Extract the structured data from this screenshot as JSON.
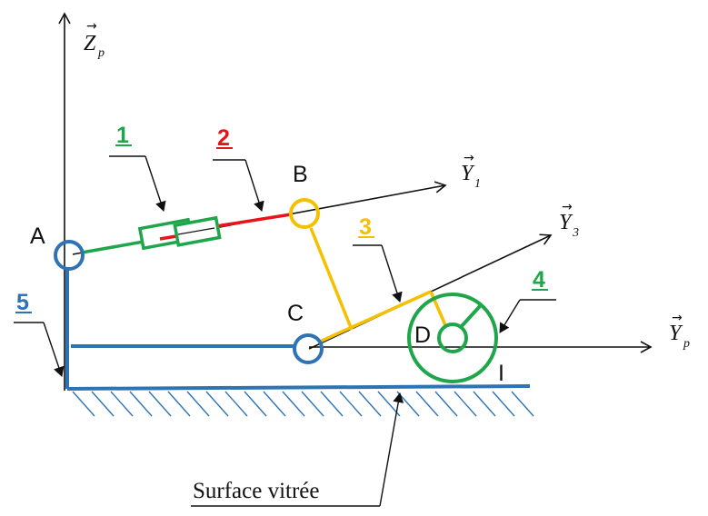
{
  "colors": {
    "blue": "#2e74b5",
    "green": "#1fa64a",
    "red": "#e8141b",
    "yellow": "#f5c000",
    "black": "#111111"
  },
  "axes": {
    "zp": {
      "name": "Z",
      "sub": "p",
      "vector": "→"
    },
    "y1": {
      "name": "Y",
      "sub": "1",
      "vector": "→"
    },
    "y3": {
      "name": "Y",
      "sub": "3",
      "vector": "→"
    },
    "yp": {
      "name": "Y",
      "sub": "p",
      "vector": "→"
    }
  },
  "points": {
    "a": "A",
    "b": "B",
    "c": "C",
    "d": "D",
    "i": "I"
  },
  "parts": {
    "p1": "1",
    "p2": "2",
    "p3": "3",
    "p4": "4",
    "p5": "5"
  },
  "surface_label": "Surface vitrée"
}
